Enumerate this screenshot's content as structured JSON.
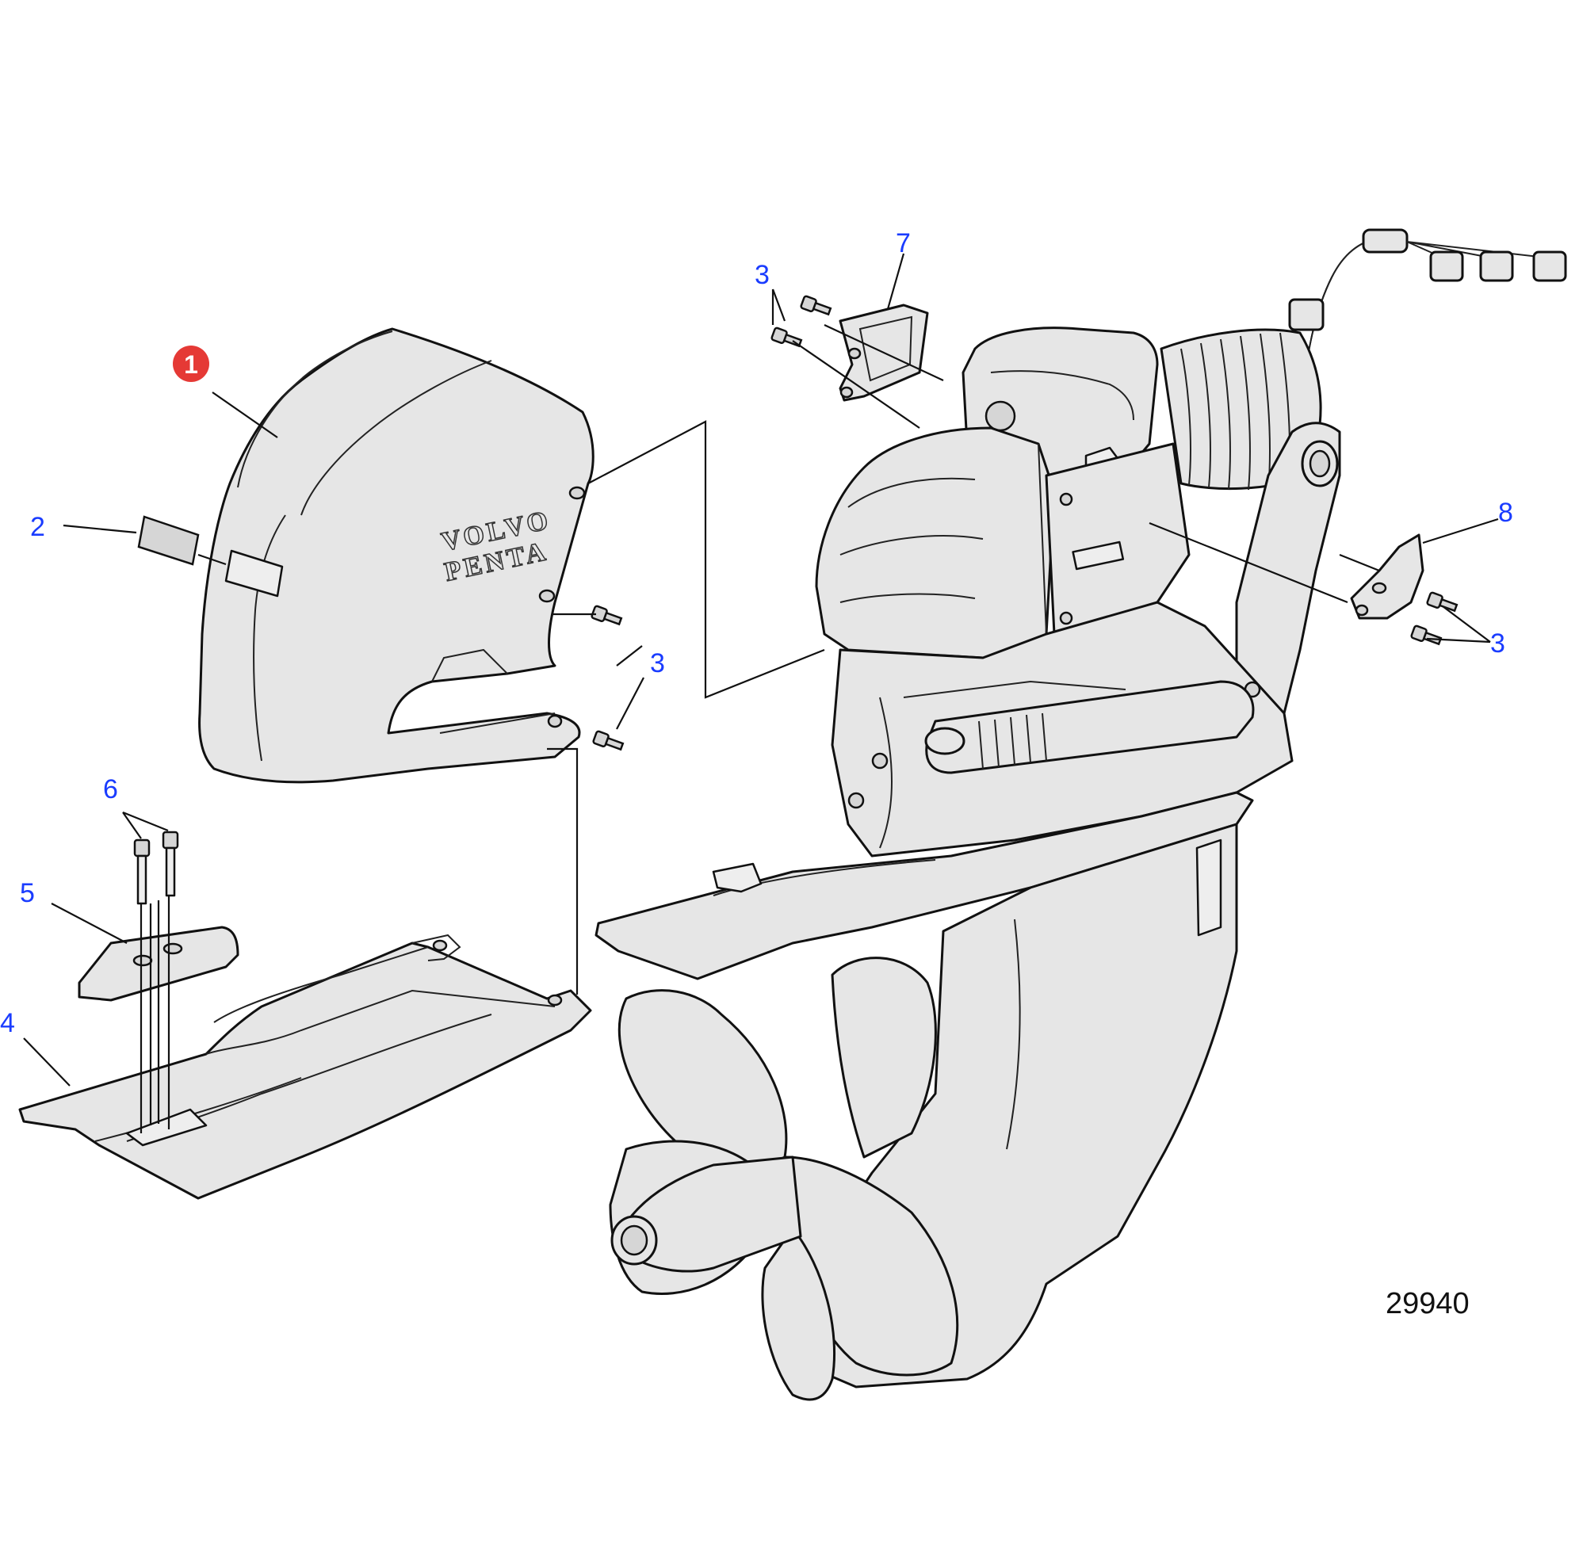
{
  "callouts": [
    {
      "id": "1",
      "label": "1",
      "highlighted": true
    },
    {
      "id": "2",
      "label": "2"
    },
    {
      "id": "3a",
      "label": "3"
    },
    {
      "id": "3b",
      "label": "3"
    },
    {
      "id": "3c",
      "label": "3"
    },
    {
      "id": "4",
      "label": "4"
    },
    {
      "id": "5",
      "label": "5"
    },
    {
      "id": "6",
      "label": "6"
    },
    {
      "id": "7",
      "label": "7"
    },
    {
      "id": "8",
      "label": "8"
    }
  ],
  "cover_logo": {
    "line1": "VOLVO",
    "line2": "PENTA"
  },
  "figure_number": "29940",
  "colors": {
    "callout_text": "#1a3cff",
    "highlight_marker": "#e53935",
    "part_fill": "#e6e6e6"
  }
}
